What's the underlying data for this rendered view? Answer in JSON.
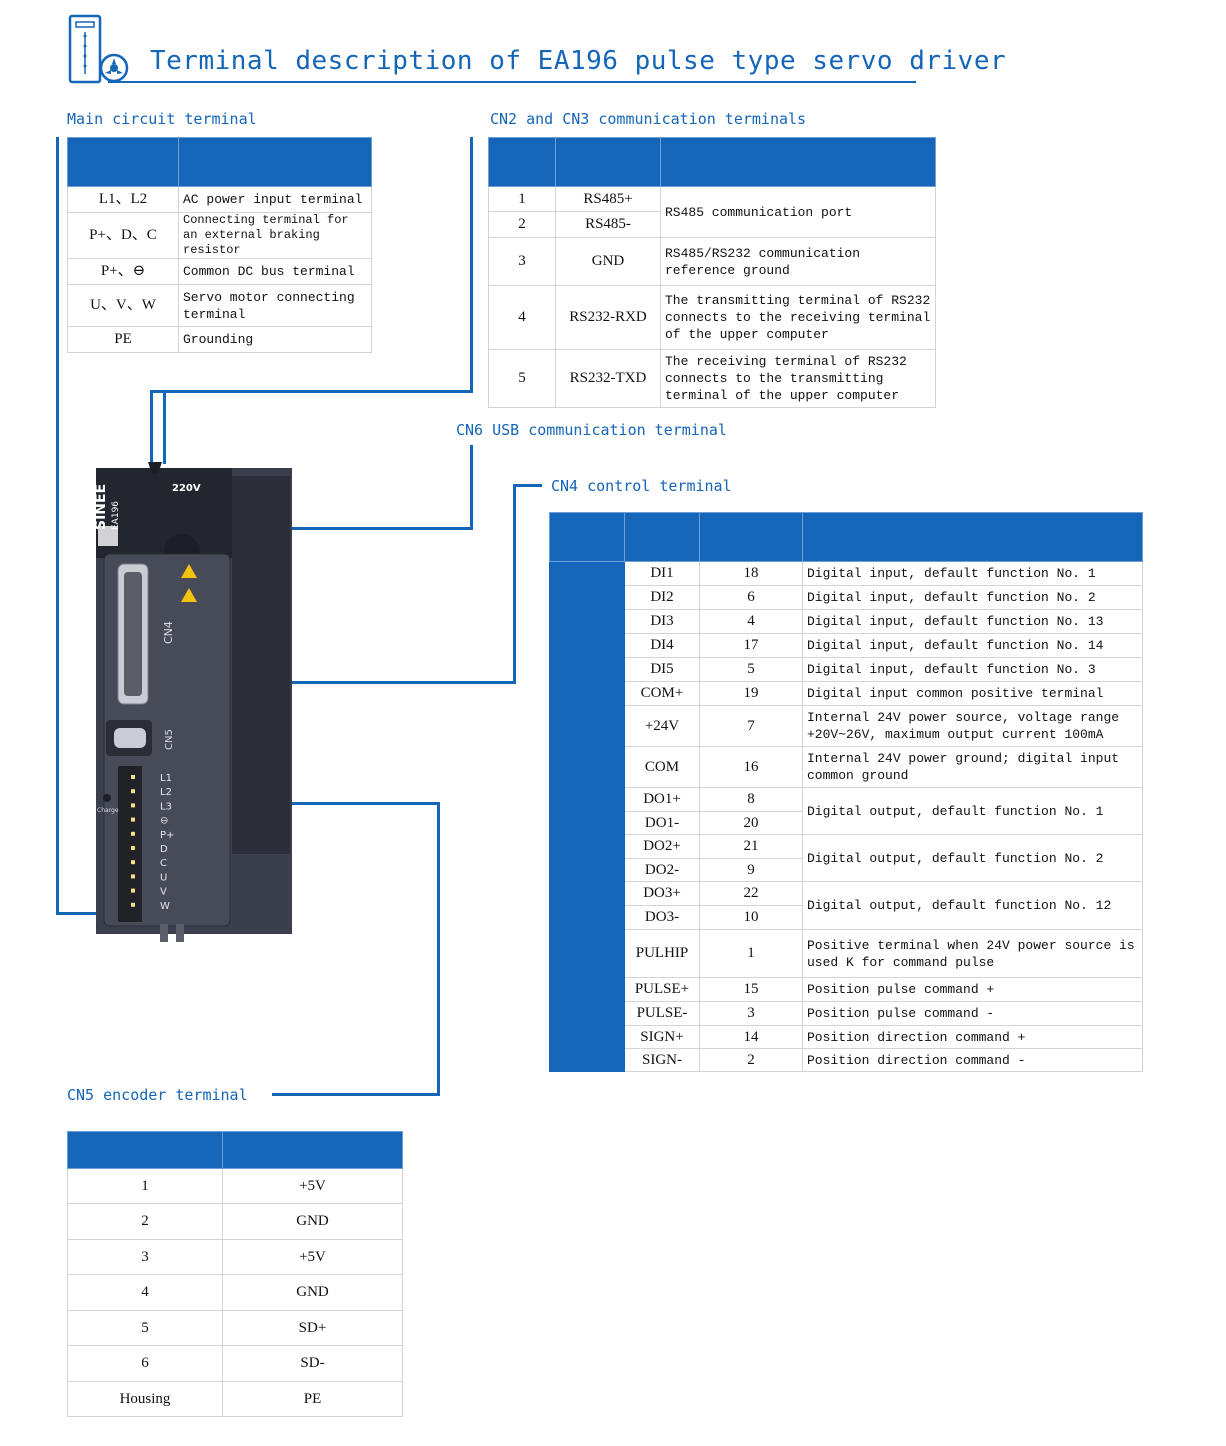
{
  "title": "Terminal description of EA196 pulse type servo driver",
  "device": {
    "brand": "SINEE",
    "model": "EA196",
    "voltage": "220V",
    "cn4_label": "CN4",
    "cn5_label": "CN5",
    "charge_label": "Charge",
    "terminal_labels": [
      "L1",
      "L2",
      "L3",
      "⊖",
      "P+",
      "D",
      "C",
      "U",
      "V",
      "W"
    ]
  },
  "main_circuit": {
    "label": "Main circuit terminal",
    "rows": [
      {
        "terminal": "L1、L2",
        "desc": "AC power input terminal"
      },
      {
        "terminal": "P+、D、C",
        "desc": "Connecting terminal for an external braking resistor"
      },
      {
        "terminal": "P+、⊖",
        "desc": "Common DC bus terminal"
      },
      {
        "terminal": "U、V、W",
        "desc": "Servo motor connecting terminal"
      },
      {
        "terminal": "PE",
        "desc": "Grounding"
      }
    ]
  },
  "cn2_cn3": {
    "label": "CN2 and CN3 communication terminals",
    "rows": [
      {
        "pin": "1",
        "signal": "RS485+",
        "desc": "RS485 communication port"
      },
      {
        "pin": "2",
        "signal": "RS485-",
        "desc": ""
      },
      {
        "pin": "3",
        "signal": "GND",
        "desc": "RS485/RS232 communication reference ground"
      },
      {
        "pin": "4",
        "signal": "RS232-RXD",
        "desc": "The transmitting terminal of RS232 connects to the receiving terminal of the upper computer"
      },
      {
        "pin": "5",
        "signal": "RS232-TXD",
        "desc": "The receiving terminal of RS232 connects to the transmitting terminal of the upper computer"
      }
    ]
  },
  "cn6": {
    "label": "CN6 USB communication terminal"
  },
  "cn4": {
    "label": "CN4 control terminal",
    "rows": [
      {
        "signal": "DI1",
        "pin": "18",
        "desc": "Digital input, default function No. 1"
      },
      {
        "signal": "DI2",
        "pin": "6",
        "desc": "Digital input, default function No. 2"
      },
      {
        "signal": "DI3",
        "pin": "4",
        "desc": "Digital input, default function No. 13"
      },
      {
        "signal": "DI4",
        "pin": "17",
        "desc": "Digital input, default function No. 14"
      },
      {
        "signal": "DI5",
        "pin": "5",
        "desc": "Digital input, default function No. 3"
      },
      {
        "signal": "COM+",
        "pin": "19",
        "desc": "Digital input common positive terminal"
      },
      {
        "signal": "+24V",
        "pin": "7",
        "desc": "Internal 24V power source, voltage range +20V~26V, maximum output current 100mA"
      },
      {
        "signal": "COM",
        "pin": "16",
        "desc": "Internal 24V power ground; digital input common ground"
      },
      {
        "signal": "DO1+",
        "pin": "8",
        "desc": "Digital output, default function No. 1"
      },
      {
        "signal": "DO1-",
        "pin": "20",
        "desc": ""
      },
      {
        "signal": "DO2+",
        "pin": "21",
        "desc": "Digital output, default function No. 2"
      },
      {
        "signal": "DO2-",
        "pin": "9",
        "desc": ""
      },
      {
        "signal": "DO3+",
        "pin": "22",
        "desc": "Digital output, default function No. 12"
      },
      {
        "signal": "DO3-",
        "pin": "10",
        "desc": ""
      },
      {
        "signal": "PULHIP",
        "pin": "1",
        "desc": "Positive terminal when 24V power source is used K for command pulse"
      },
      {
        "signal": "PULSE+",
        "pin": "15",
        "desc": "Position pulse command +"
      },
      {
        "signal": "PULSE-",
        "pin": "3",
        "desc": "Position pulse command -"
      },
      {
        "signal": "SIGN+",
        "pin": "14",
        "desc": "Position direction command +"
      },
      {
        "signal": "SIGN-",
        "pin": "2",
        "desc": "Position direction command -"
      }
    ]
  },
  "cn5": {
    "label": "CN5 encoder terminal",
    "rows": [
      {
        "pin": "1",
        "signal": "+5V"
      },
      {
        "pin": "2",
        "signal": "GND"
      },
      {
        "pin": "3",
        "signal": "+5V"
      },
      {
        "pin": "4",
        "signal": "GND"
      },
      {
        "pin": "5",
        "signal": "SD+"
      },
      {
        "pin": "6",
        "signal": "SD-"
      },
      {
        "pin": "Housing",
        "signal": "PE"
      }
    ]
  }
}
